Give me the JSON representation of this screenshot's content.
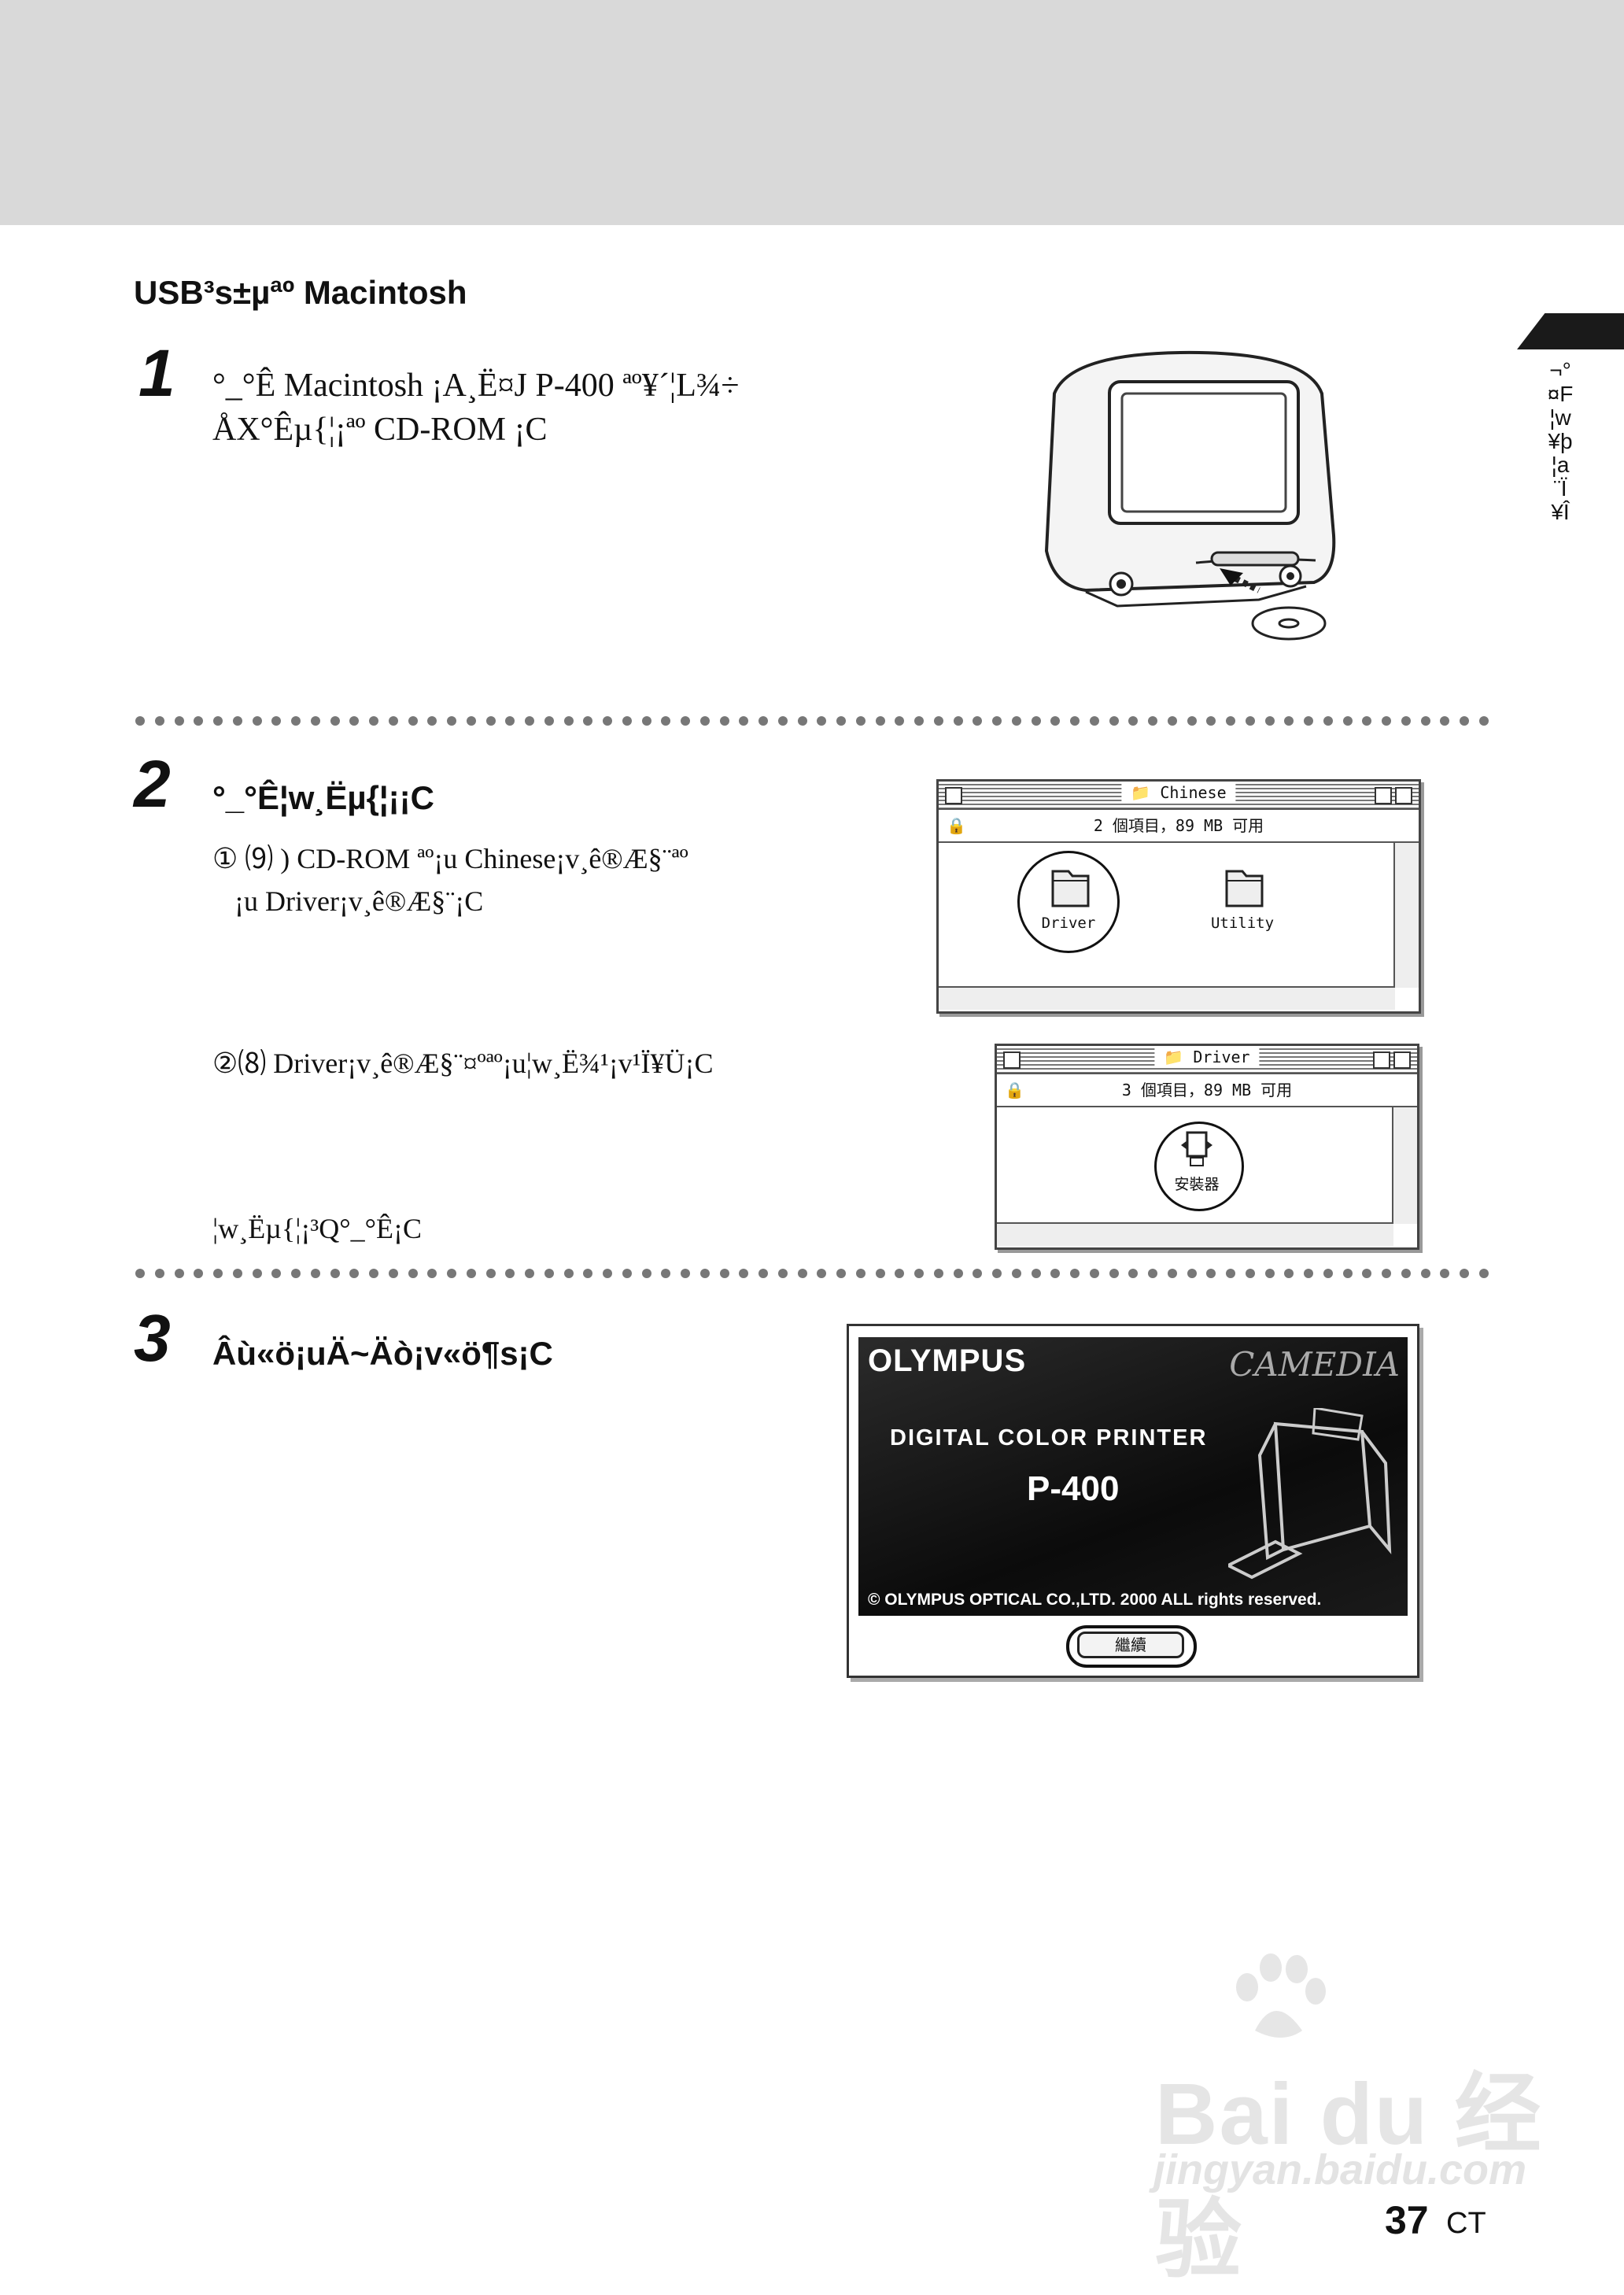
{
  "header": {},
  "section": {
    "title": "USB³s±µªº Macintosh"
  },
  "side_tab": {
    "text": "¬°\n¤F\n¦w\n¥þ\n¦a\n¨Ï\n¥Î"
  },
  "step1": {
    "number": "1",
    "line1": "°_°Ê  Macintosh ¡A¸Ë¤J  P-400 ªº¥´¦L¾÷",
    "line2": "ÅX°Êµ{¦¡ªº  CD-ROM ¡C"
  },
  "step2": {
    "number": "2",
    "heading": "°_°Ê¦w¸Ëµ{¦¡¡C",
    "sub1_line1": "① ⑼ ) CD-ROM ªº¡u Chinese¡v¸ê®Æ§¨ªº",
    "sub1_line2": "¡u Driver¡v¸ê®Æ§¨¡C",
    "sub2_line": "②⑻  Driver¡v¸ê®Æ§¨¤ºªº¡u¦w¸Ë¾¹¡v¹Ï¥Ü¡C",
    "note": "¦w¸Ëµ{¦¡³Q°_°Ê¡C"
  },
  "step3": {
    "number": "3",
    "heading": "Âù«ö¡uÄ~Äò¡v«ö¶s¡C"
  },
  "window_chinese": {
    "title": "Chinese",
    "info": "2 個項目，89 MB 可用",
    "items": [
      {
        "label": "Driver",
        "icon": "folder-icon"
      },
      {
        "label": "Utility",
        "icon": "folder-icon"
      }
    ]
  },
  "window_driver": {
    "title": "Driver",
    "info": "3 個項目，89 MB 可用",
    "items": [
      {
        "label": "安裝器",
        "icon": "installer-icon"
      }
    ]
  },
  "splash": {
    "brand": "OLYMPUS",
    "camedia": "CAMEDIA",
    "product_line": "DIGITAL COLOR PRINTER",
    "model": "P-400",
    "copyright": "© OLYMPUS OPTICAL CO.,LTD. 2000 ALL rights reserved.",
    "continue_label": "繼續"
  },
  "footer": {
    "page_number": "37",
    "lang": "CT",
    "watermark_main": "Bai du 经验",
    "watermark_url": "jingyan.baidu.com"
  }
}
